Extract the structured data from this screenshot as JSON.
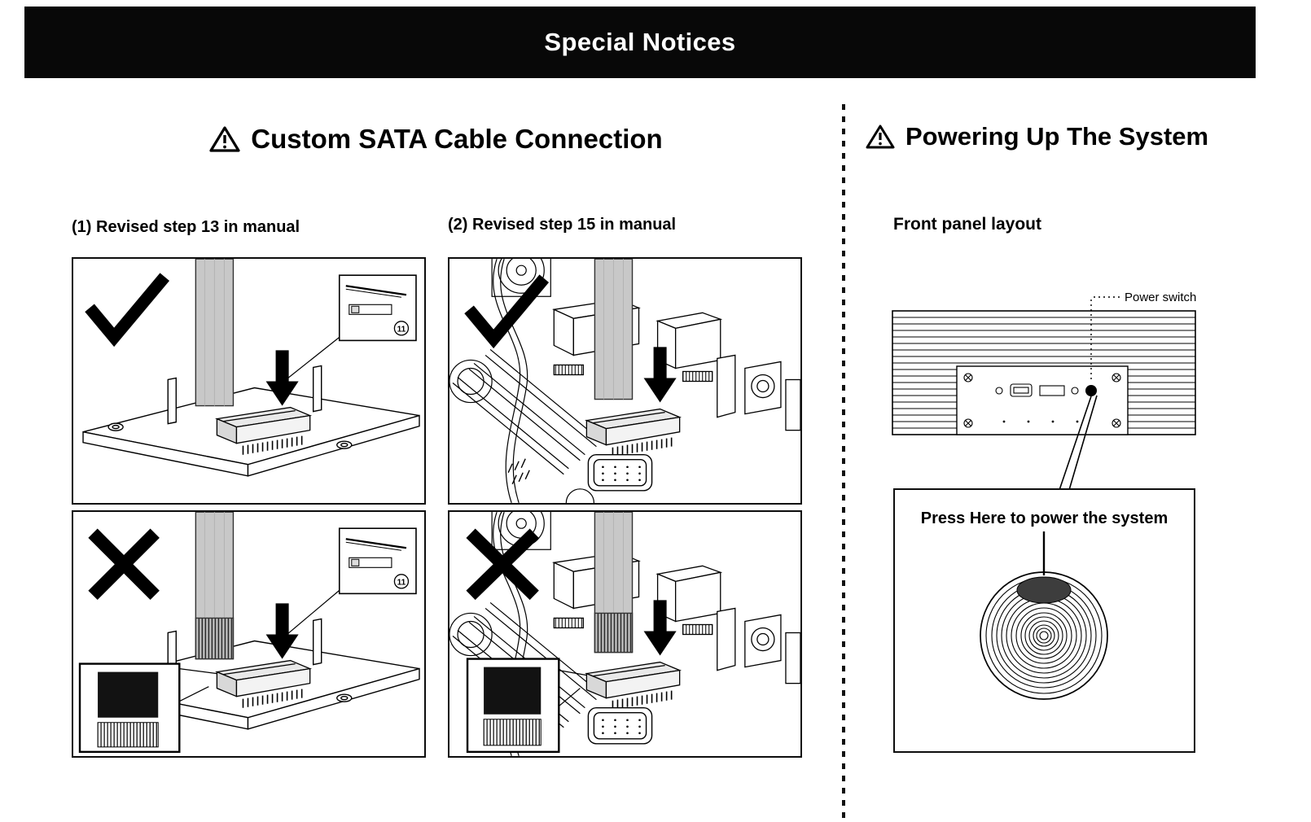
{
  "header": {
    "title": "Special Notices",
    "bg_color": "#080808",
    "text_color": "#ffffff"
  },
  "sata_section": {
    "warning_icon": "warning-triangle",
    "title": "Custom SATA Cable Connection",
    "step13": {
      "label": "(1) Revised step 13 in manual",
      "correct_icon": "checkmark",
      "incorrect_icon": "cross-mark",
      "inset_badge": "11"
    },
    "step15": {
      "label": "(2) Revised step 15 in manual",
      "correct_icon": "checkmark",
      "incorrect_icon": "cross-mark"
    }
  },
  "power_section": {
    "warning_icon": "warning-triangle",
    "title": "Powering Up The System",
    "front_panel_label": "Front panel layout",
    "power_switch_label": "Power switch",
    "press_label": "Press Here to power the system"
  }
}
